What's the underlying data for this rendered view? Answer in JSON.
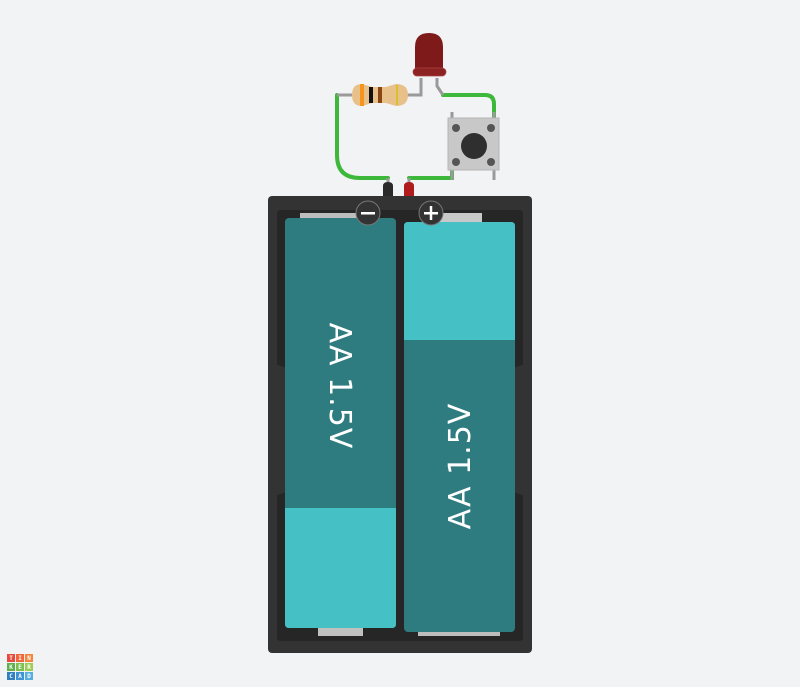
{
  "app": {
    "name": "Tinkercad Circuits"
  },
  "canvas": {
    "background": "#f2f3f4"
  },
  "components": {
    "led": {
      "type": "LED",
      "color": "#7f1a1a"
    },
    "resistor": {
      "type": "Resistor",
      "bands": [
        "#f7941d",
        "#111111",
        "#8b4513",
        "#e2c020"
      ]
    },
    "pushbutton": {
      "type": "Pushbutton"
    },
    "battery_pack": {
      "type": "Battery pack 2xAA",
      "minus_symbol": "−",
      "plus_symbol": "+",
      "batteries": [
        {
          "label": "AA 1.5V",
          "orientation": "minus-top"
        },
        {
          "label": "AA 1.5V",
          "orientation": "plus-top"
        }
      ]
    },
    "wires": {
      "color": "#3db83a"
    }
  },
  "logo": {
    "letters": [
      "T",
      "I",
      "N",
      "K",
      "E",
      "R",
      "C",
      "A",
      "D"
    ]
  }
}
